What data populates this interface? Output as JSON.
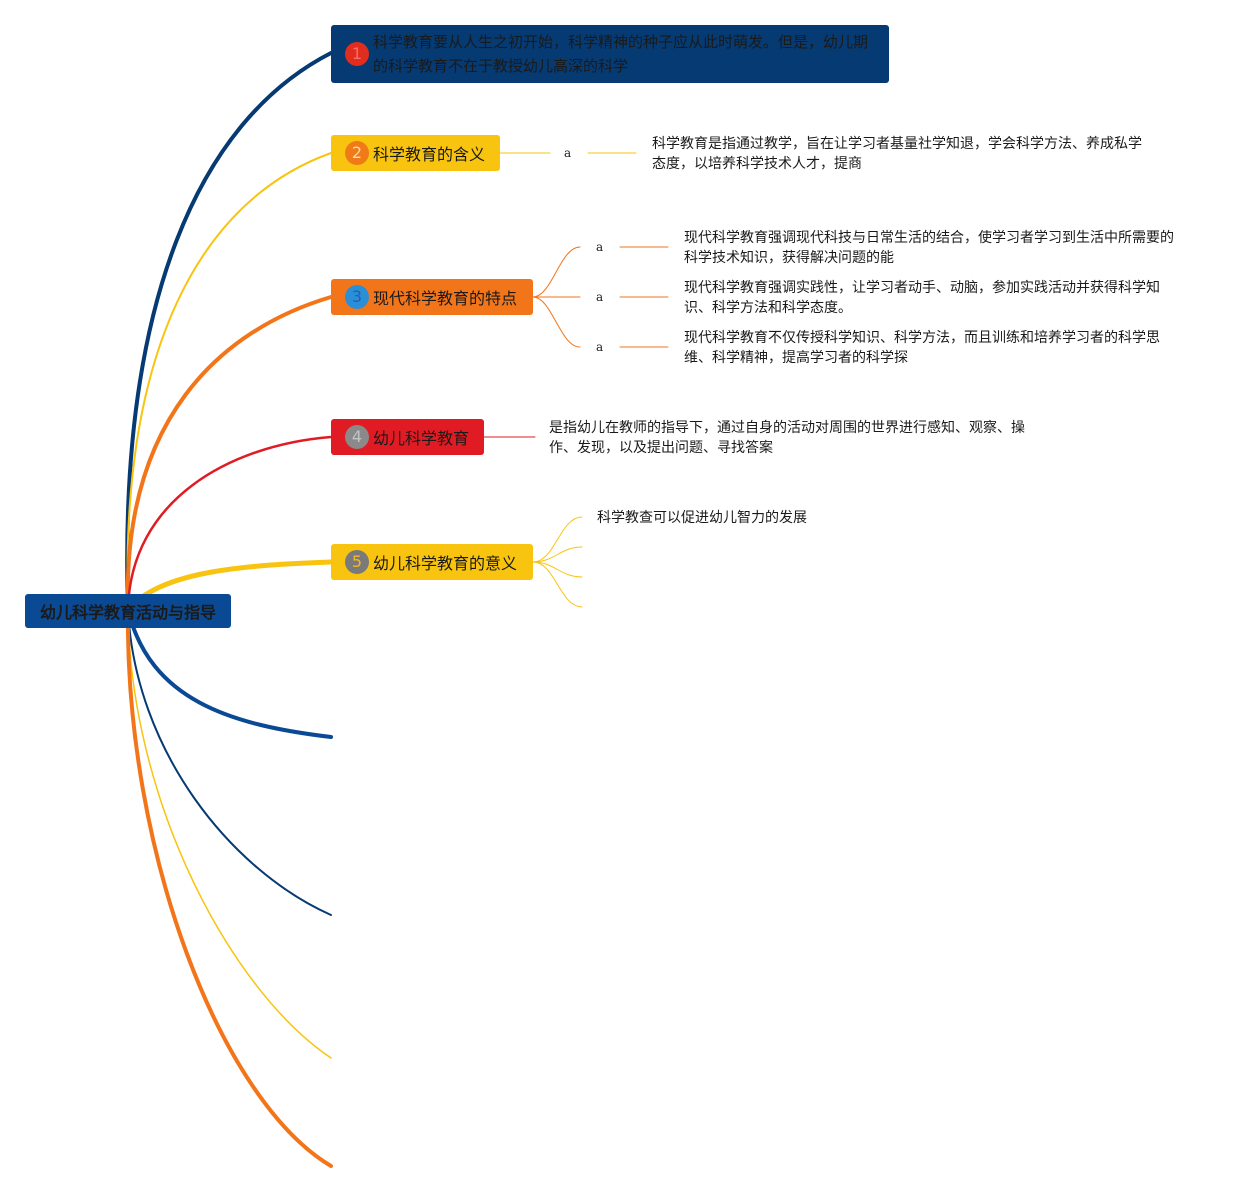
{
  "root": {
    "label": "幼儿科学教育活动与指导",
    "color": "#0a4a94"
  },
  "branches": [
    {
      "num": "1",
      "label": "科学教育要从人生之初开始，科学精神的种子应从此时萌发。但是，幼儿期的科学教育不在于教授幼儿高深的科学",
      "color": "#063a72",
      "badge_color": "#e02d1d",
      "badge_text_color": "#ff6b6b"
    },
    {
      "num": "2",
      "label": "科学教育的含义",
      "color": "#f8c40f",
      "badge_color": "#f07a18",
      "badge_text_color": "#ffd9a8",
      "sub_label": "a",
      "leaf": "科学教育是指通过教学，旨在让学习者基量社学知退，学会科学方法、养成私学态度，以培养科学技术人才，提商"
    },
    {
      "num": "3",
      "label": "现代科学教育的特点",
      "color": "#f2751a",
      "badge_color": "#2a8fd6",
      "badge_text_color": "#1e62b0",
      "children": [
        {
          "sub_label": "a",
          "text": "现代科学教育强调现代科技与日常生活的结合，使学习者学习到生活中所需要的科学技术知识，获得解决问题的能"
        },
        {
          "sub_label": "a",
          "text": "现代科学教育强调实践性，让学习者动手、动脑，参加实践活动并获得科学知识、科学方法和科学态度。"
        },
        {
          "sub_label": "a",
          "text": "现代科学教育不仅传授科学知识、科学方法，而且训练和培养学习者的科学思维、科学精神，提高学习者的科学探"
        }
      ]
    },
    {
      "num": "4",
      "label": "幼儿科学教育",
      "color": "#e01b23",
      "badge_color": "#8a8a8a",
      "badge_text_color": "#c4c4c4",
      "leaf": "是指幼儿在教师的指导下，通过自身的活动对周围的世界进行感知、观察、操作、发现，以及提出问题、寻找答案"
    },
    {
      "num": "5",
      "label": "幼儿科学教育的意义",
      "color": "#f8c40f",
      "badge_color": "#7a7a7a",
      "badge_text_color": "#f5b820",
      "leaf": "科学教查可以促进幼儿智力的发展"
    }
  ],
  "edge_colors": {
    "navy": "#063a72",
    "blue": "#0a4a94",
    "yellow": "#f8c40f",
    "orange": "#f2751a",
    "red": "#e01b23"
  }
}
